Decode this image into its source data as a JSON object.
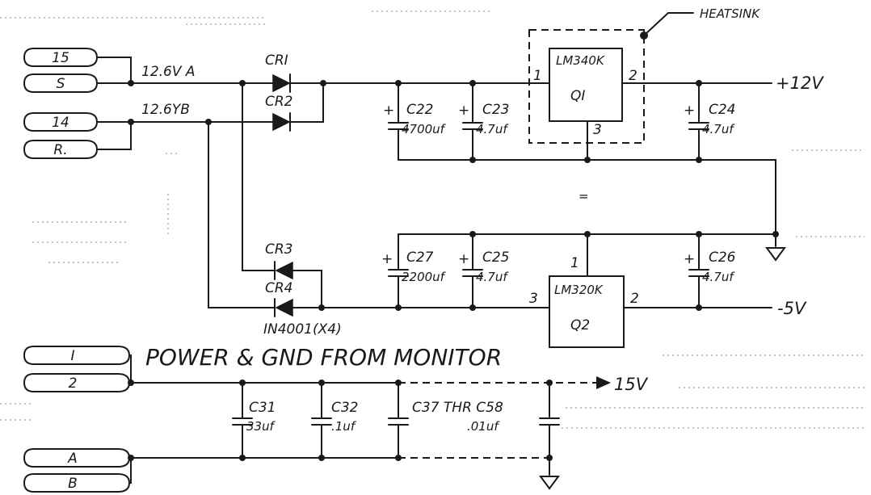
{
  "title": "POWER & GND FROM MONITOR",
  "heatsink_label": "HEATSINK",
  "connectors": {
    "p15": "15",
    "pS": "S",
    "p14": "14",
    "pR": "R.",
    "p1": "I",
    "p2": "2",
    "pA": "A",
    "pB": "B"
  },
  "nets": {
    "v126a": "12.6V A",
    "v126b": "12.6YB"
  },
  "diodes": {
    "cr1": "CRI",
    "cr2": "CR2",
    "cr3": "CR3",
    "cr4": "CR4",
    "note": "IN4001(X4)"
  },
  "caps": {
    "c22": "C22",
    "c22v": "4700uf",
    "c23": "C23",
    "c23v": "4.7uf",
    "c24": "C24",
    "c24v": "4.7uf",
    "c27": "C27",
    "c27v": "2200uf",
    "c25": "C25",
    "c25v": "4.7uf",
    "c26": "C26",
    "c26v": "4.7uf",
    "c31": "C31",
    "c31v": "33uf",
    "c32": "C32",
    "c32v": ".1uf",
    "c37": "C37  THR C58",
    "c37v": ".01uf"
  },
  "regulators": {
    "q1_part": "LM340K",
    "q1_ref": "QI",
    "q1_pin1": "1",
    "q1_pin2": "2",
    "q1_pin3": "3",
    "q2_part": "LM320K",
    "q2_ref": "Q2",
    "q2_pin1": "1",
    "q2_pin2": "2",
    "q2_pin3": "3"
  },
  "outputs": {
    "p12": "+12V",
    "m5": "-5V",
    "p15v": "15V"
  },
  "plus_sign": "+"
}
